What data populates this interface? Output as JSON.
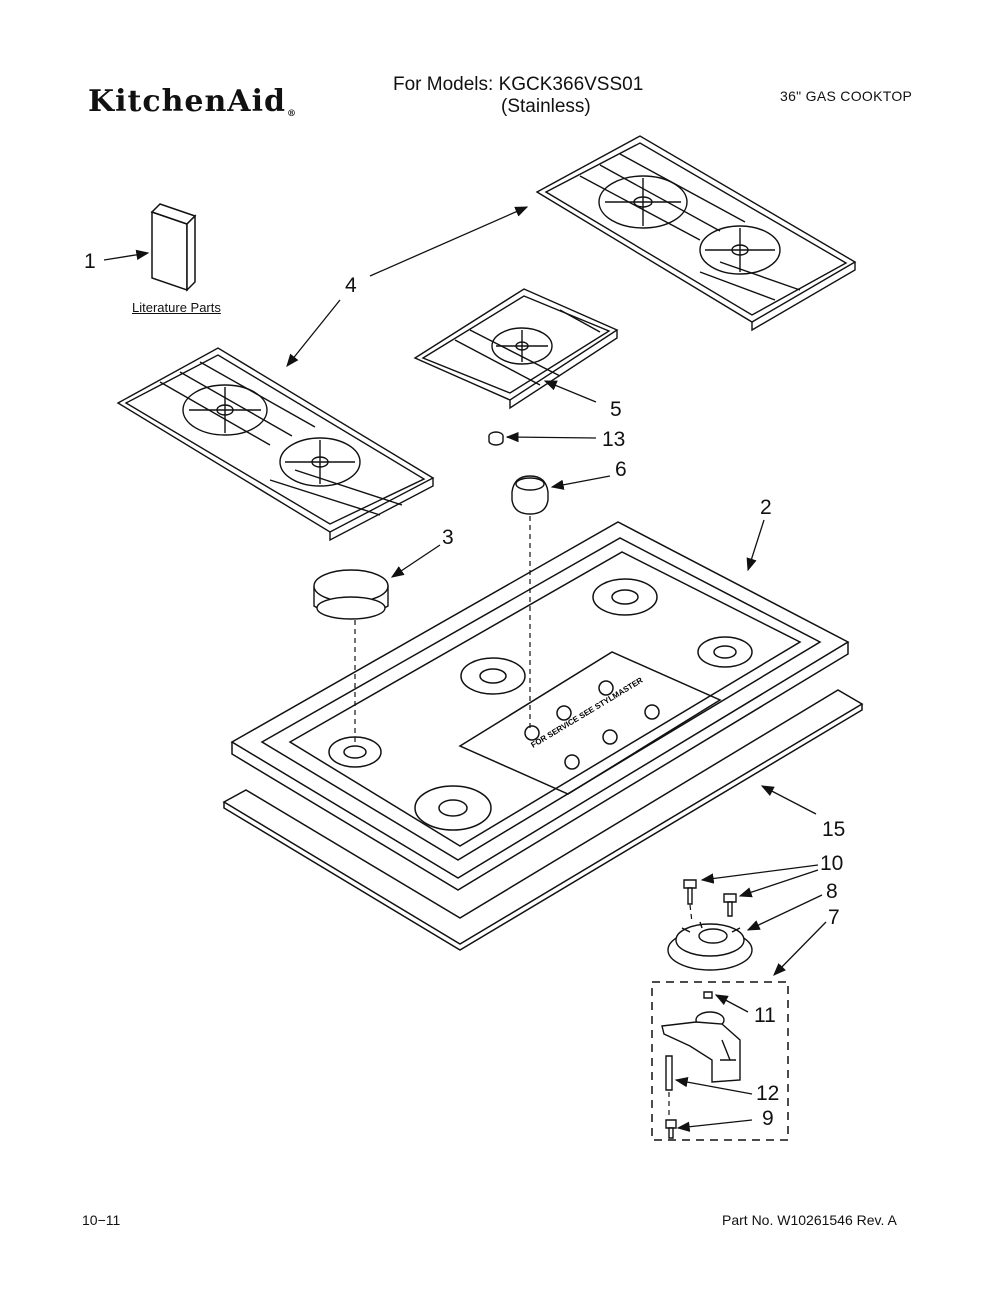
{
  "header": {
    "brand": "KitchenAid",
    "brand_mark": "®",
    "models_line1": "For Models: KGCK366VSS01",
    "models_line2": "(Stainless)",
    "product": "36\" GAS COOKTOP"
  },
  "literature_label": "Literature Parts",
  "callouts": {
    "c1": "1",
    "c2": "2",
    "c3": "3",
    "c4": "4",
    "c5": "5",
    "c6": "6",
    "c7": "7",
    "c8": "8",
    "c9": "9",
    "c10": "10",
    "c11": "11",
    "c12": "12",
    "c13": "13",
    "c15": "15"
  },
  "control_panel_text": "FOR SERVICE SEE STYLMASTER",
  "footer": {
    "date": "10−11",
    "part_no": "Part No. W10261546 Rev. A"
  }
}
